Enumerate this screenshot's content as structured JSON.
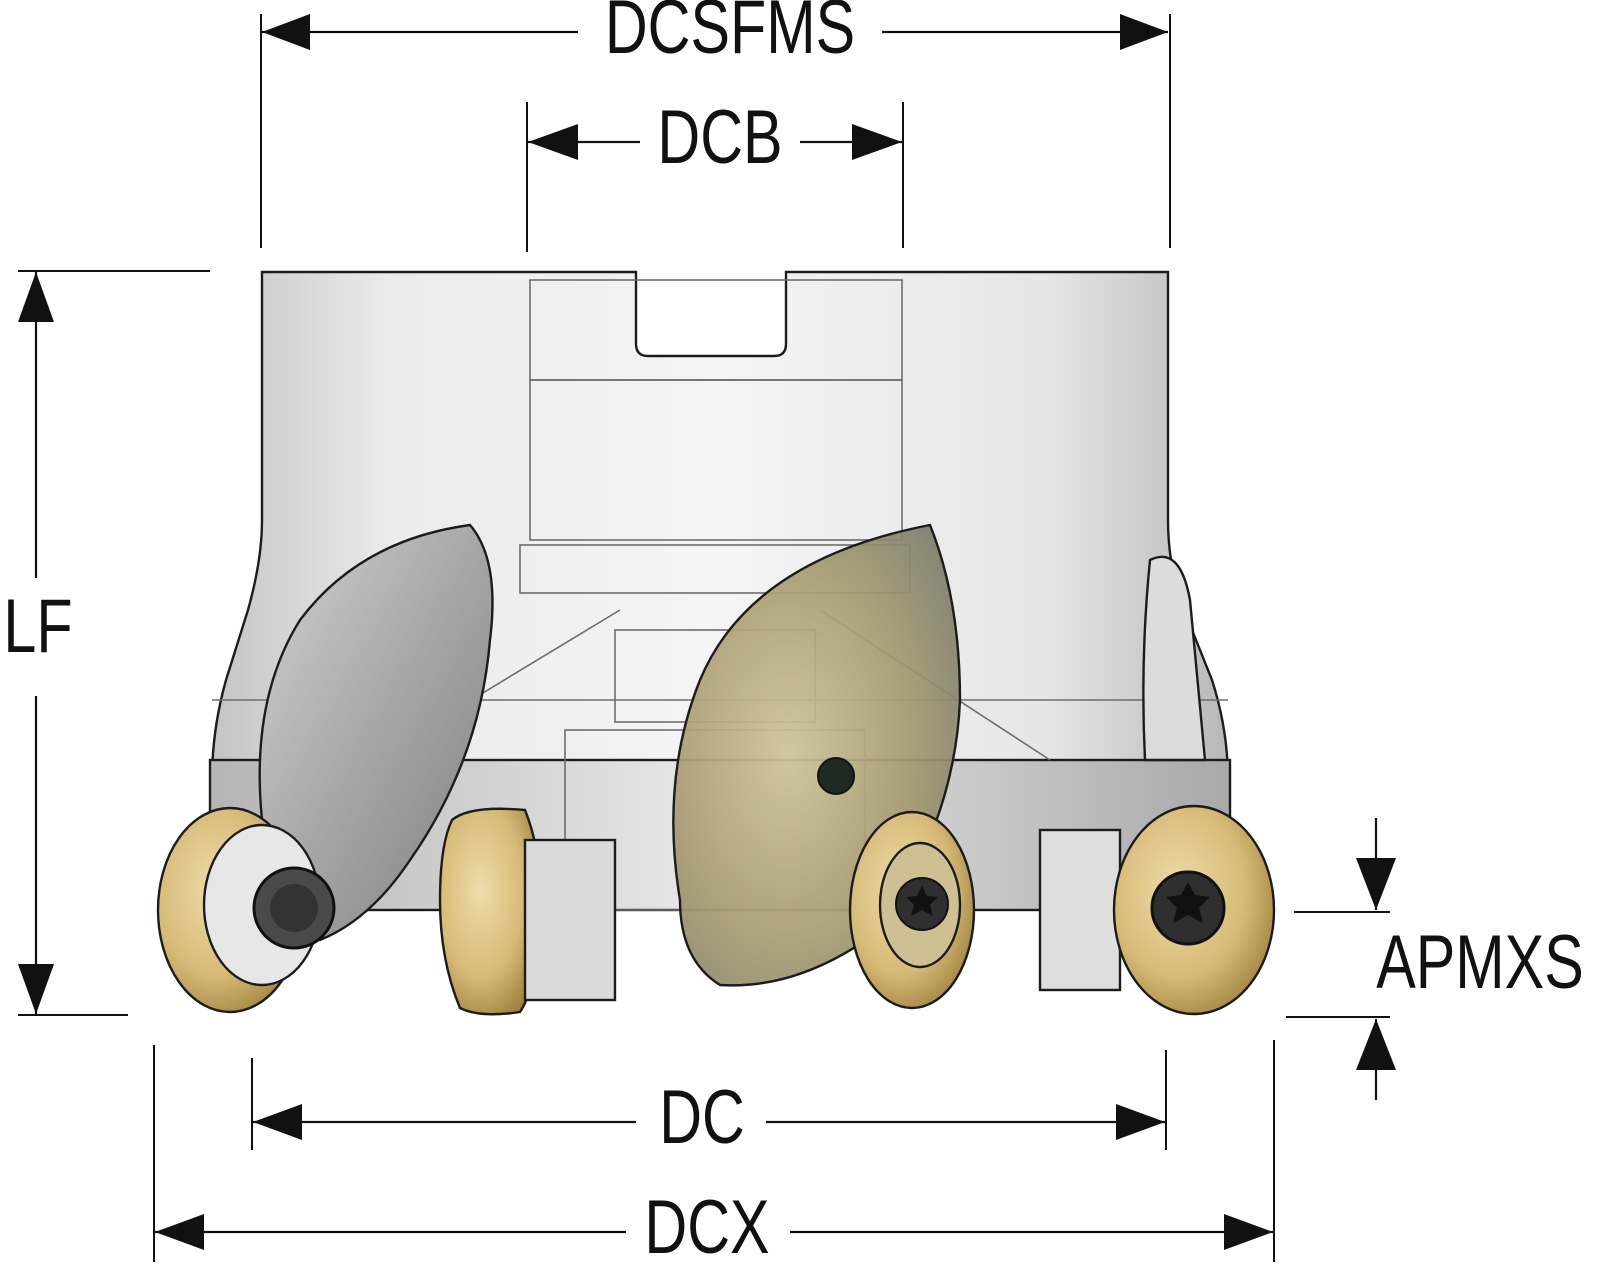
{
  "dimensions": {
    "dcsfms": "DCSFMS",
    "dcb": "DCB",
    "lf": "LF",
    "apmxs": "APMXS",
    "dc": "DC",
    "dcx": "DCX"
  },
  "colors": {
    "ink": "#111111",
    "steel_light": "#f2f2f2",
    "steel_mid": "#c9c9c9",
    "steel_dark": "#8f8f8f",
    "insert_gold": "#d8bf80",
    "insert_gold_dark": "#a88a45"
  }
}
